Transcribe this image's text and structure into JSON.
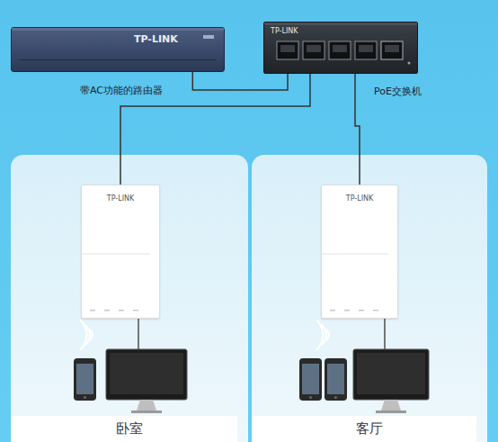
{
  "diagram": {
    "nodes": [
      {
        "text": [
          "TP-LINK",
          "带AC功能的路由器"
        ]
      },
      {
        "text": [
          "TP-LINK",
          "PoE交换机"
        ]
      },
      {
        "text": [
          "卧室"
        ]
      },
      {
        "text": [
          "TP-LINK"
        ],
        "in": 2
      },
      {
        "text": [
          "客厅"
        ]
      },
      {
        "text": [
          "TP-LINK"
        ],
        "in": 4
      }
    ],
    "edges": [
      {
        "from": 0,
        "to": 1,
        "arrow": "none"
      },
      {
        "from": 1,
        "to": 3,
        "arrow": "none"
      },
      {
        "from": 1,
        "to": 5,
        "arrow": "none"
      }
    ]
  }
}
